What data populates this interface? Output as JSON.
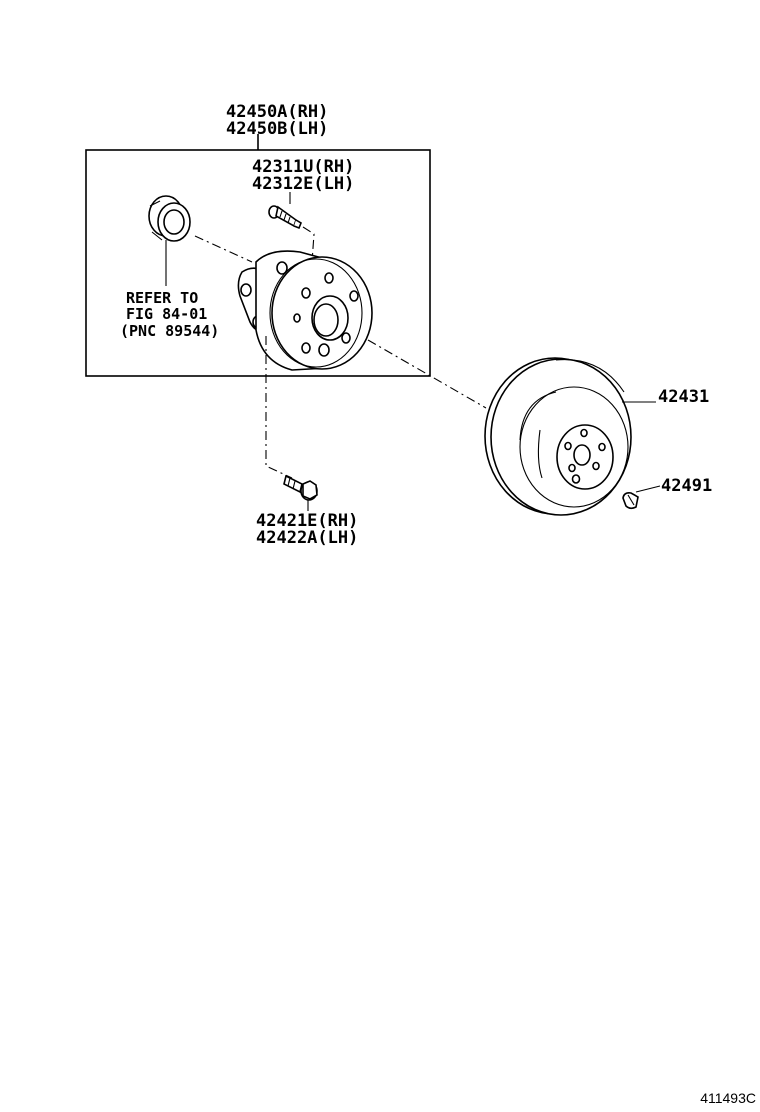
{
  "parts": {
    "hub_assembly": {
      "line1": "42450A(RH)",
      "line2": "42450B(LH)"
    },
    "hub_bolt": {
      "line1": "42311U(RH)",
      "line2": "42312E(LH)"
    },
    "bearing_ref": {
      "line1": "REFER TO",
      "line2": "FIG 84-01",
      "line3": "(PNC 89544)"
    },
    "mount_bolt": {
      "line1": "42421E(RH)",
      "line2": "42422A(LH)"
    },
    "disc": {
      "label": "42431"
    },
    "disc_screw": {
      "label": "42491"
    }
  },
  "figure_code": "411493C"
}
